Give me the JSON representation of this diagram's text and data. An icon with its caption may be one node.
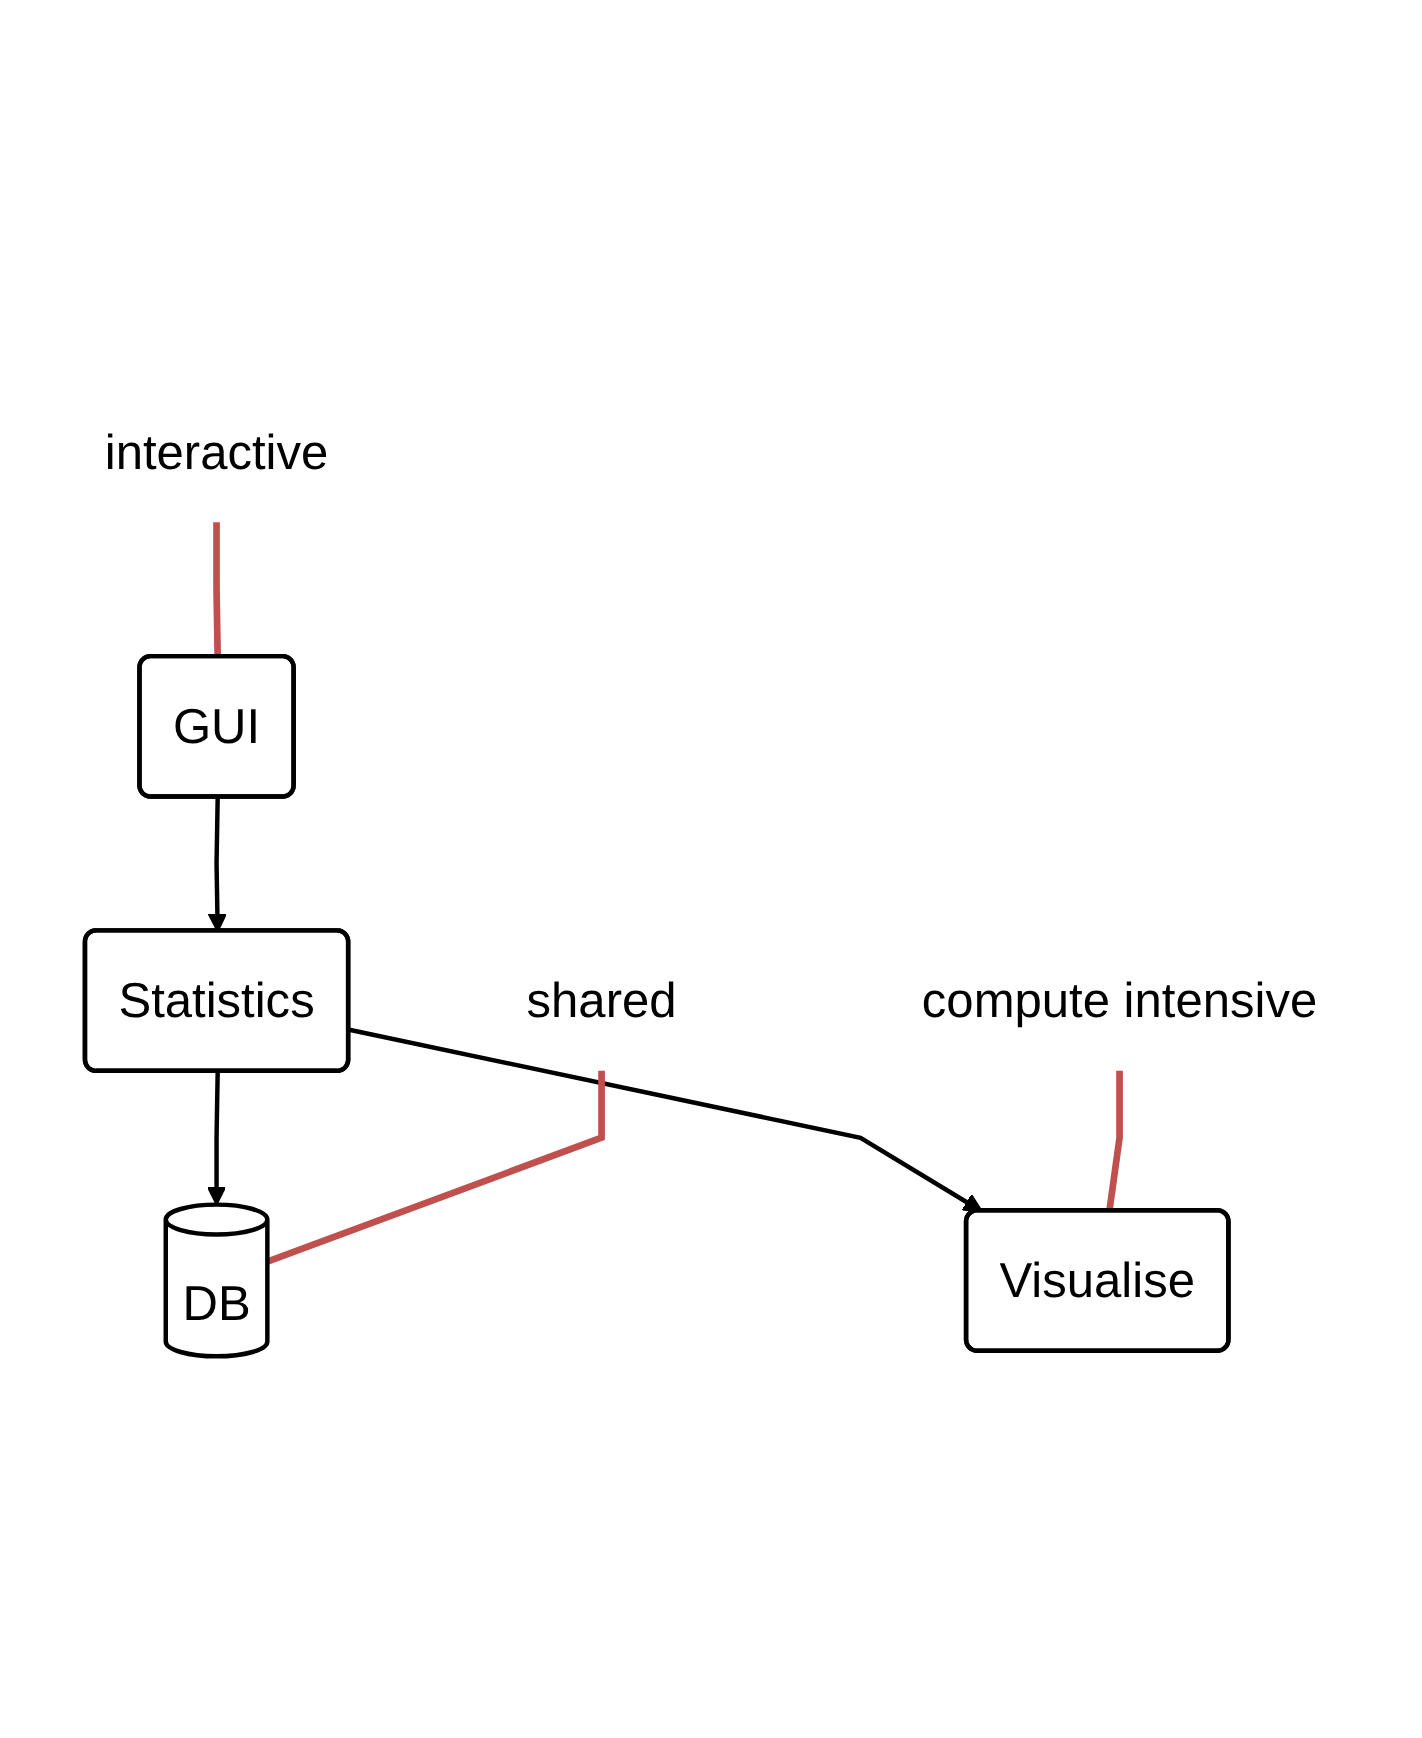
{
  "diagram": {
    "nodes": [
      {
        "text": [
          "interactive"
        ]
      },
      {
        "text": [
          "GUI"
        ]
      },
      {
        "text": [
          "Statistics"
        ]
      },
      {
        "text": [
          "DB"
        ]
      },
      {
        "text": [
          "shared"
        ]
      },
      {
        "text": [
          "Visualise"
        ]
      },
      {
        "text": [
          "compute intensive"
        ]
      }
    ],
    "edges": [
      {
        "from": 1,
        "to": 2,
        "arrow": "to"
      },
      {
        "from": 2,
        "to": 3,
        "arrow": "to"
      },
      {
        "from": 2,
        "to": 5,
        "arrow": "to"
      },
      {
        "from": 0,
        "to": 1,
        "arrow": "none",
        "color": "#c0504d"
      },
      {
        "from": 4,
        "to": 3,
        "arrow": "none",
        "color": "#c0504d"
      },
      {
        "from": 6,
        "to": 5,
        "arrow": "none",
        "color": "#c0504d"
      }
    ]
  }
}
